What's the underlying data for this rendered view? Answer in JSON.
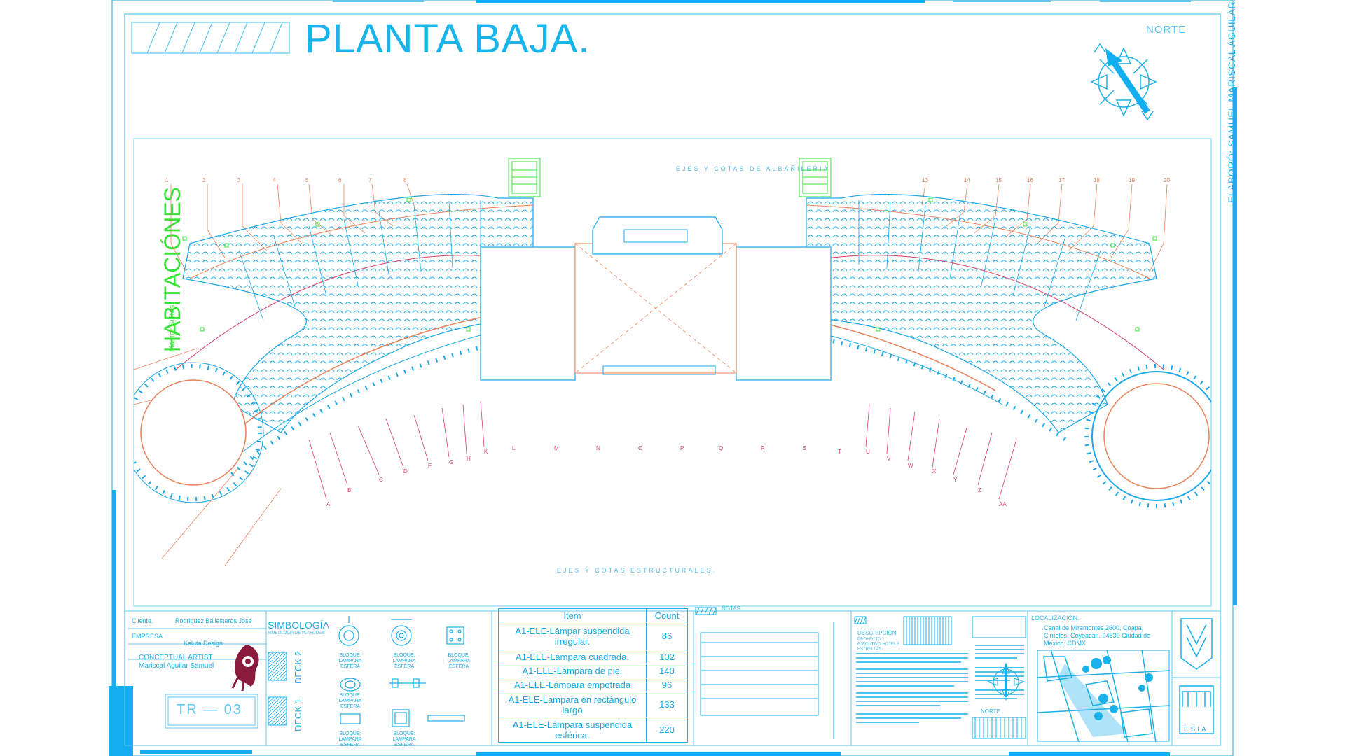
{
  "sheet": {
    "title": "PLANTA BAJA.",
    "north_label": "NORTE",
    "author_vertical": "ELABORÓ: SAMUEL MARISCAL AGUILAR.",
    "zone_title": "HABITACIÓNES",
    "zone_subtitle": "Master Suites.",
    "axes_masonry": "EJES Y COTAS DE ALBAÑILERIA.",
    "axes_structural": "EJES Y COTAS ESTRUCTURALES."
  },
  "colors": {
    "frame": "#1ab0e8",
    "plan_cyan": "#1aa8e8",
    "plan_orange": "#e8825a",
    "plan_red": "#d8406a",
    "accent_green": "#36e336"
  },
  "title_block": {
    "client_label": "Cliente.",
    "client_value": "Rodriguez Ballesteros Jose",
    "company_label": "EMPRESA",
    "company_value": "Kaluta Design",
    "artist_label": "CONCEPTUAL ARTIST",
    "artist_value": "Mariscal Aguilar Samuel",
    "sheet_number": "TR — 03"
  },
  "symbology": {
    "title": "SIMBOLOGÍA",
    "subtitle": "SIMBOLOGIA DE PLAFONES:",
    "deck2": "DECK 2",
    "deck1": "DECK 1",
    "items": [
      {
        "label": "BLOQUE: LAMPARA ESFERA"
      },
      {
        "label": "BLOQUE: LAMPARA ESFERA"
      },
      {
        "label": "BLOQUE: LAMPARA ESFERA"
      },
      {
        "label": "BLOQUE: LAMPARA ESFERA"
      },
      {
        "label": "BLOQUE: LAMPARA ESFERA"
      },
      {
        "label": "BLOQUE: LAMPARA ESFERA"
      }
    ]
  },
  "lamp_table": {
    "col_item": "Item",
    "col_count": "Count",
    "rows": [
      {
        "item": "A1-ELE-Lámpar suspendida irregular.",
        "count": "86"
      },
      {
        "item": "A1-ELE-Lámpara cuadrada.",
        "count": "102"
      },
      {
        "item": "A1-ELE-Lámpara de pie.",
        "count": "140"
      },
      {
        "item": "A1-ELE-Lámpara empotrada",
        "count": "96"
      },
      {
        "item": "A1-ELE-Lampara en rectángulo largo",
        "count": "133"
      },
      {
        "item": "A1-ELE-Lámpara suspendida esférica.",
        "count": "220"
      }
    ]
  },
  "notes": {
    "title": "NOTAS"
  },
  "description": {
    "title": "DESCRIPCIÓN",
    "subtitle": "PROYECTO EJECUTIVO HOTEL 5 ESTRELLAS"
  },
  "location": {
    "title": "LOCALIZACIÓN:",
    "address": "Canal de Miramontes 2600, Coapa, Ciruelos, Coyoacán, 04830 Ciudad de México, CDMX",
    "north_label": "NORTE"
  },
  "logo": {
    "school": "ESIA"
  }
}
